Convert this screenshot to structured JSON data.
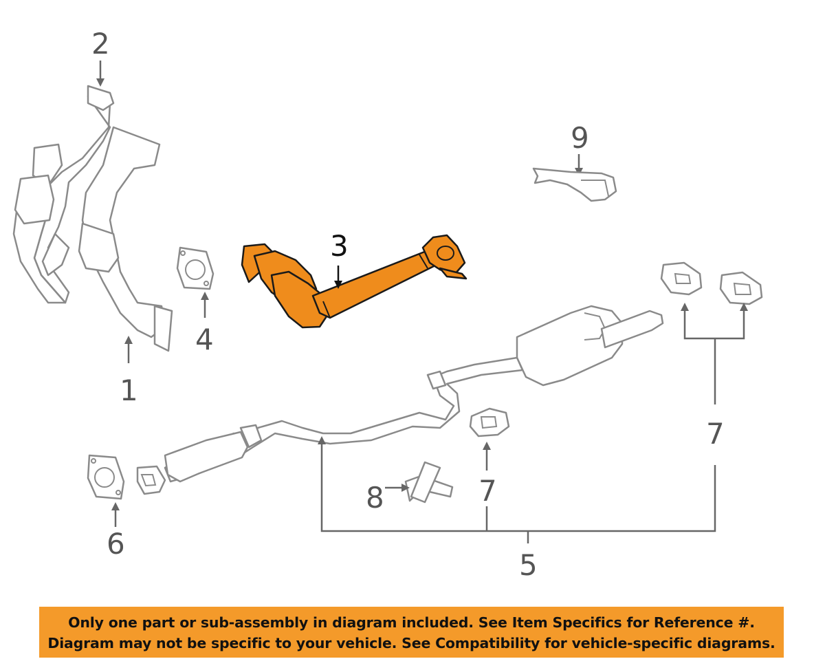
{
  "callouts": {
    "c1": "1",
    "c2": "2",
    "c3": "3",
    "c4": "4",
    "c5": "5",
    "c6": "6",
    "c7a": "7",
    "c7b": "7",
    "c8": "8",
    "c9": "9"
  },
  "notice": {
    "line1": "Only one part or sub-assembly in diagram included. See Item Specifics for Reference #.",
    "line2": "Diagram may not be specific to your vehicle. See Compatibility for vehicle-specific diagrams."
  },
  "colors": {
    "highlight_part": "#ef8c1c",
    "banner_background": "#f49a2a",
    "line_art": "#8a8a8a"
  }
}
